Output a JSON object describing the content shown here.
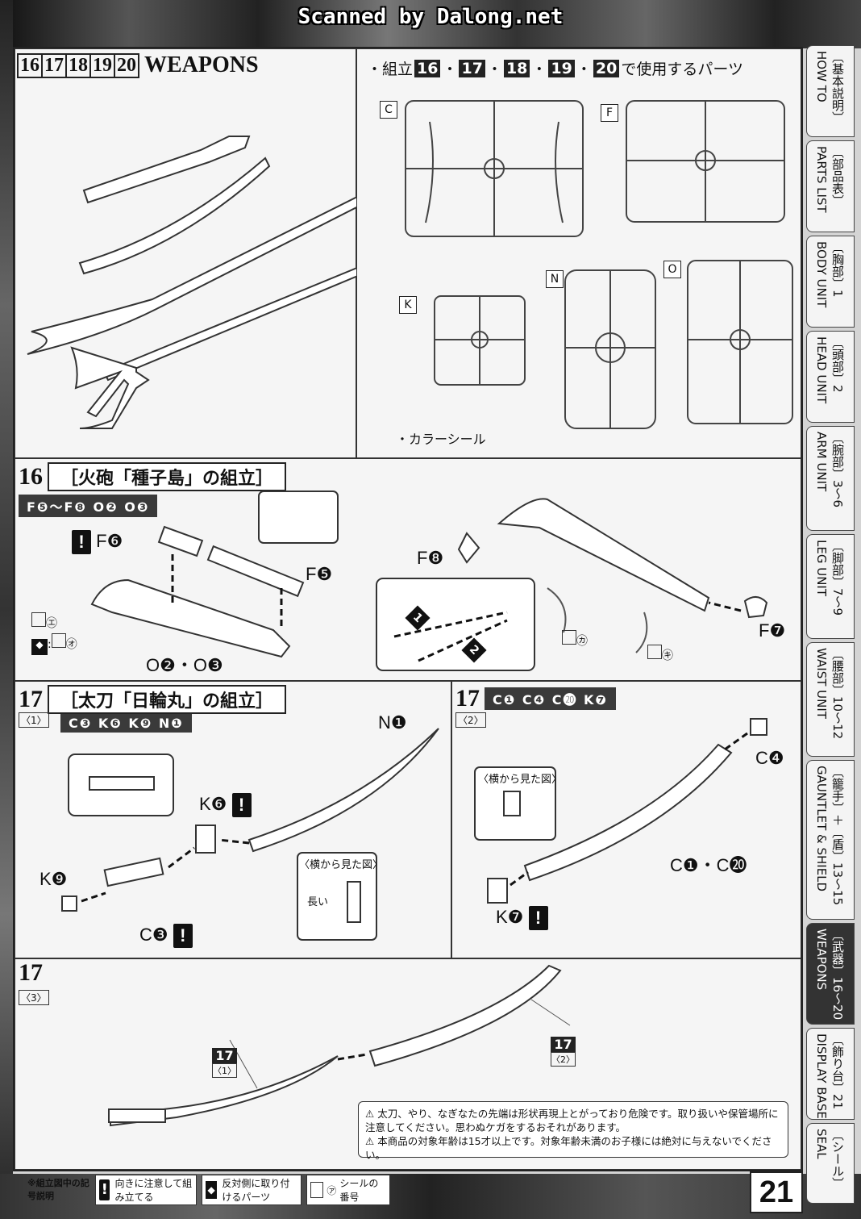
{
  "scan_banner": "Scanned by Dalong.net",
  "page_number": "21",
  "weapons_header": {
    "steps": [
      "16",
      "17",
      "18",
      "19",
      "20"
    ],
    "title": "WEAPONS"
  },
  "parts_used": {
    "prefix": "・組立",
    "steps": [
      "16",
      "17",
      "18",
      "19",
      "20"
    ],
    "separator": "・",
    "suffix": "で使用するパーツ",
    "runners": [
      "C",
      "F",
      "K",
      "N",
      "O"
    ],
    "color_seal": "・カラーシール"
  },
  "step16": {
    "number": "16",
    "title": "［火砲「種子島」の組立］",
    "parts_bar": "F❺〜F❽ O❷ O❸",
    "labels": {
      "f6": "F❻",
      "f5": "F❺",
      "o2o3": "O❷・O❸",
      "f8": "F❽",
      "f7": "F❼",
      "seal_e": "㋓",
      "seal_o": "㋔",
      "seal_ka": "㋕",
      "seal_ki": "㋖",
      "num1": "1",
      "num2": "2",
      "colon": ":"
    }
  },
  "step17_1": {
    "number": "17",
    "sub": "〈1〉",
    "title": "［太刀「日輪丸」の組立］",
    "parts_bar": "C❸ K❻ K❾ N❶",
    "labels": {
      "n1": "N❶",
      "k6": "K❻",
      "k9": "K❾",
      "c3": "C❸",
      "side_view": "〈横から見た図〉",
      "long": "長い"
    }
  },
  "step17_2": {
    "number": "17",
    "sub": "〈2〉",
    "parts_bar": "C❶ C❹ C⓴ K❼",
    "labels": {
      "c4": "C❹",
      "c1c20": "C❶・C⓴",
      "k7": "K❼",
      "side_view": "〈横から見た図〉"
    }
  },
  "step17_3": {
    "number": "17",
    "sub": "〈3〉",
    "ref1_num": "17",
    "ref1_sub": "〈1〉",
    "ref2_num": "17",
    "ref2_sub": "〈2〉"
  },
  "warnings": [
    "太刀、やり、なぎなたの先端は形状再現上とがっており危険です。取り扱いや保管場所に注意してください。思わぬケガをするおそれがあります。",
    "本商品の対象年齢は15才以上です。対象年齢未満のお子様には絶対に与えないでください。"
  ],
  "legend": {
    "title": "※組立図中の記号説明",
    "items": [
      {
        "icon": "exclamation-icon",
        "text": "向きに注意して組み立てる"
      },
      {
        "icon": "flip-icon",
        "text": "反対側に取り付けるパーツ"
      },
      {
        "icon": "seal-icon",
        "symbol": "㋐",
        "text": "シールの番号"
      }
    ]
  },
  "tabs": [
    {
      "jp": "〔基本説明〕",
      "en": "HOW TO",
      "active": false
    },
    {
      "jp": "〔部品表〕",
      "en": "PARTS LIST",
      "active": false
    },
    {
      "jp": "〔胸部〕1",
      "en": "BODY UNIT",
      "active": false
    },
    {
      "jp": "〔頭部〕2",
      "en": "HEAD UNIT",
      "active": false
    },
    {
      "jp": "〔腕部〕3〜6",
      "en": "ARM UNIT",
      "active": false
    },
    {
      "jp": "〔脚部〕7〜9",
      "en": "LEG UNIT",
      "active": false
    },
    {
      "jp": "〔腰部〕10〜12",
      "en": "WAIST UNIT",
      "active": false
    },
    {
      "jp": "〔籠手〕＋〔盾〕13〜15",
      "en": "GAUNTLET & SHIELD",
      "active": false
    },
    {
      "jp": "〔武器〕16〜20",
      "en": "WEAPONS",
      "active": true
    },
    {
      "jp": "〔飾り台〕21",
      "en": "DISPLAY BASE",
      "active": false
    },
    {
      "jp": "〔シール〕",
      "en": "SEAL",
      "active": false
    }
  ]
}
